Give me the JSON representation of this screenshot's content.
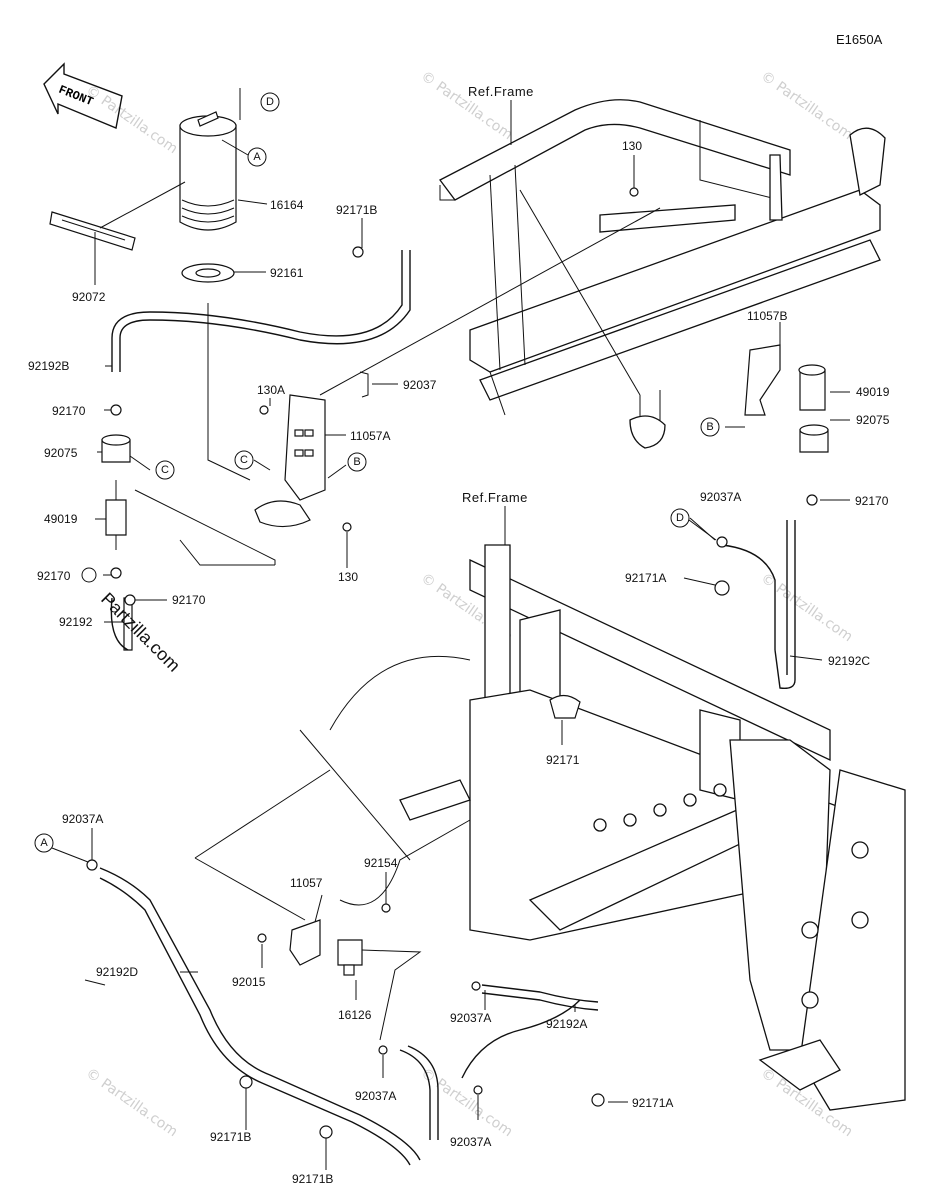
{
  "diagram_code": "E1650A",
  "front_label": "FRONT",
  "ref_frame_label": "Ref.Frame",
  "watermark_text": "© Partzilla.com",
  "brand_text": "Partzilla.com",
  "parts": {
    "p16164": "16164",
    "p92161": "92161",
    "p92072": "92072",
    "p92171B_top": "92171B",
    "p92192B": "92192B",
    "p92170_a": "92170",
    "p130A": "130A",
    "p92037": "92037",
    "p11057A": "11057A",
    "p92075_left": "92075",
    "p49019_left": "49019",
    "p92170_b": "92170",
    "p92170_c": "92170",
    "p92192": "92192",
    "p130_bottom": "130",
    "p130_top": "130",
    "p11057B": "11057B",
    "p49019_right": "49019",
    "p92075_right": "92075",
    "p92170_right": "92170",
    "p92037A_right": "92037A",
    "p92171A_mid": "92171A",
    "p92192C": "92192C",
    "p92171": "92171",
    "p92037A_bl": "92037A",
    "p92192D": "92192D",
    "p11057": "11057",
    "p92154": "92154",
    "p92015": "92015",
    "p16126": "16126",
    "p92037A_c1": "92037A",
    "p92192A": "92192A",
    "p92037A_c2": "92037A",
    "p92037A_c3": "92037A",
    "p92171A_br": "92171A",
    "p92171B_b1": "92171B",
    "p92171B_b2": "92171B"
  },
  "callouts": {
    "A": "A",
    "B": "B",
    "C": "C",
    "D": "D"
  }
}
